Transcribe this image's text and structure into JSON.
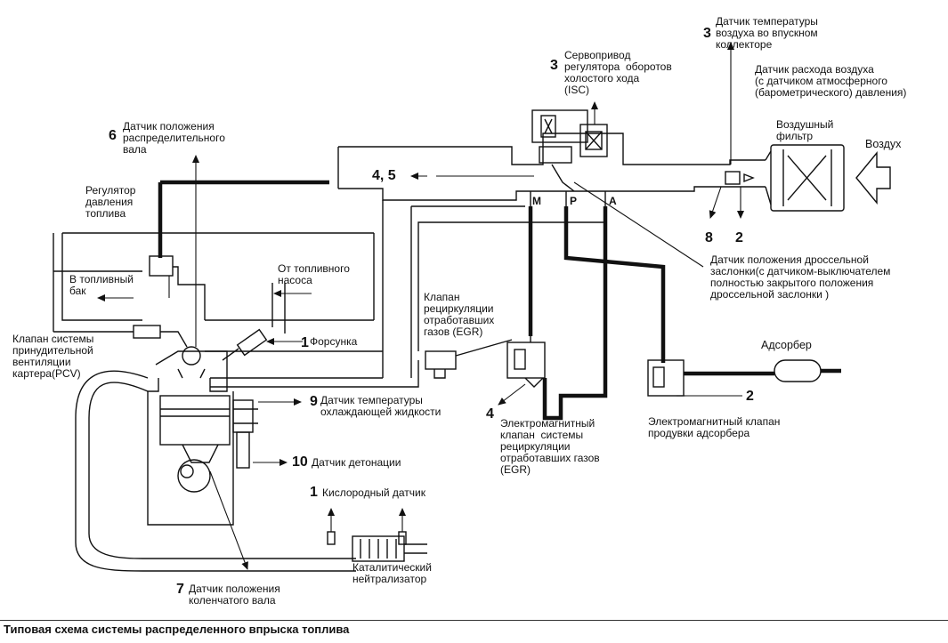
{
  "caption": "Типовая схема системы распределенного впрыска топлива",
  "labels": {
    "iat_sensor_num": "3",
    "iat_sensor": "Датчик температуры\nвоздуха во впускном\nколлекторе",
    "isc_num": "3",
    "isc": "Сервопривод\nрегулятора  оборотов\nхолостого хода\n(ISC)",
    "maf_sensor": "Датчик расхода воздуха\n(с датчиком атмосферного\n(барометрического) давления)",
    "air_filter": "Воздушный\nфильтр",
    "air": "Воздух",
    "cam_sensor_num": "6",
    "cam_sensor": "Датчик положения\nраспределительного\nвала",
    "fuel_regulator": "Регулятор\nдавления\nтоплива",
    "to_tank": "В топливный\nбак",
    "from_pump": "От топливного\nнасоса",
    "pcv_valve": "Клапан системы\nпринудительной\nвентиляции\nкартера(PCV)",
    "injector_num": "1",
    "injector": "Форсунка",
    "egr_valve": "Клапан\nрециркуляции\nотработавших\nгазов (EGR)",
    "ports_ref": "4,  5",
    "port_m": "M",
    "port_p": "P",
    "port_a": "A",
    "num_8": "8",
    "num_2_top": "2",
    "tps_sensor": "Датчик положения дроссельной\nзаслонки(с датчиком-выключателем\nполностью закрытого положения\nдроссельной заслонки )",
    "adsorber": "Адсорбер",
    "purge_num": "2",
    "purge_valve": "Электромагнитный клапан\nпродувки адсорбера",
    "coolant_num": "9",
    "coolant_sensor": "Датчик температуры\nохлаждающей жидкости",
    "egr_solenoid_num": "4",
    "egr_solenoid": "Электромагнитный\nклапан  системы\nрециркуляции\nотработавших газов\n(EGR)",
    "knock_num": "10",
    "knock_sensor": "Датчик детонации",
    "o2_num": "1",
    "o2_sensor": "Кислородный датчик",
    "catalyst": "Каталитический\nнейтрализатор",
    "crank_num": "7",
    "crank_sensor": "Датчик положения\nколенчатого вала"
  }
}
